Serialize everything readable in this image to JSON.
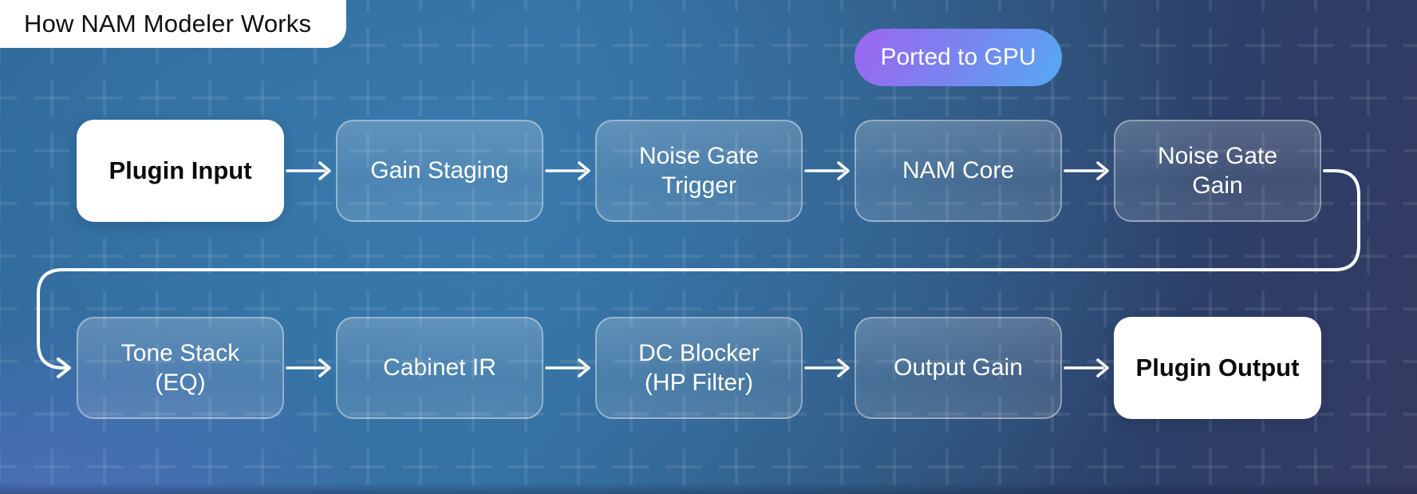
{
  "title": "How NAM Modeler Works",
  "badge": {
    "label": "Ported to GPU"
  },
  "colors": {
    "badge_gradient_start": "#9d66ee",
    "badge_gradient_end": "#57a9f2",
    "background_steel_blue": "#3579a9",
    "background_navy": "#2c3f68",
    "background_indigo_glow": "#5a6cc8",
    "connector": "#ffffff",
    "endpoint_box": "#ffffff",
    "endpoint_text": "#0a0a0a",
    "stage_text": "#ffffff"
  },
  "flow": {
    "rows": [
      {
        "nodes": [
          {
            "id": "plugin-input",
            "label": "Plugin Input",
            "style": "endpoint"
          },
          {
            "id": "gain-staging",
            "label": "Gain Staging",
            "style": "stage"
          },
          {
            "id": "noise-gate-trigger",
            "label": "Noise Gate\nTrigger",
            "style": "stage"
          },
          {
            "id": "nam-core",
            "label": "NAM Core",
            "style": "stage"
          },
          {
            "id": "noise-gate-gain",
            "label": "Noise Gate\nGain",
            "style": "stage"
          }
        ]
      },
      {
        "nodes": [
          {
            "id": "tone-stack-eq",
            "label": "Tone Stack\n(EQ)",
            "style": "stage"
          },
          {
            "id": "cabinet-ir",
            "label": "Cabinet IR",
            "style": "stage"
          },
          {
            "id": "dc-blocker",
            "label": "DC Blocker\n(HP Filter)",
            "style": "stage"
          },
          {
            "id": "output-gain",
            "label": "Output Gain",
            "style": "stage"
          },
          {
            "id": "plugin-output",
            "label": "Plugin Output",
            "style": "endpoint"
          }
        ]
      }
    ]
  }
}
